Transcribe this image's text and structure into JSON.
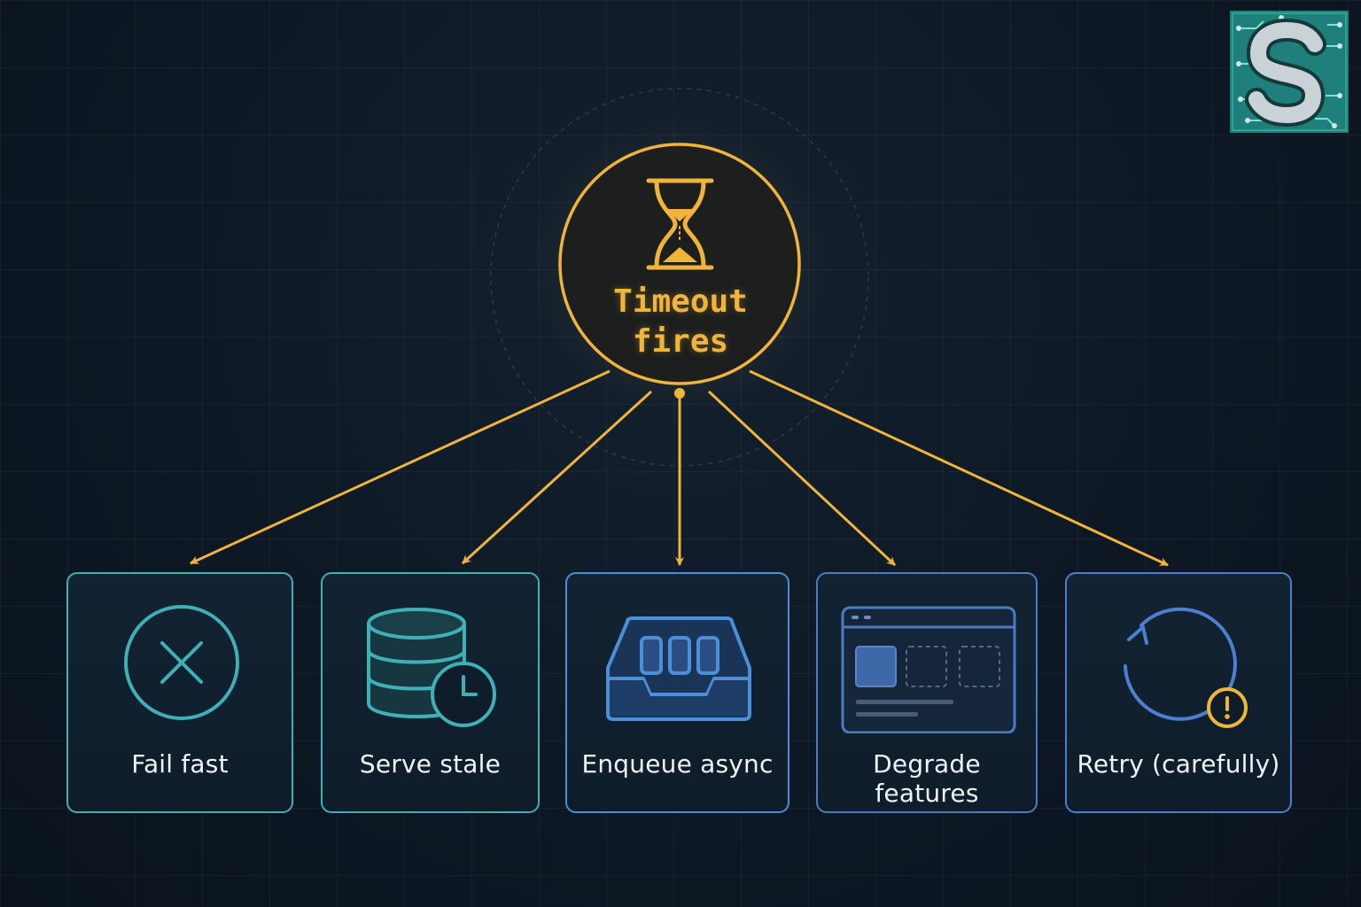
{
  "center": {
    "icon": "hourglass-icon",
    "line1": "Timeout",
    "line2": "fires",
    "color": "#f0b43a"
  },
  "outcomes": [
    {
      "label": "Fail fast",
      "icon": "x-circle-icon",
      "color": "#3fb0b5"
    },
    {
      "label": "Serve stale",
      "icon": "database-clock-icon",
      "color": "#3fb0b5"
    },
    {
      "label": "Enqueue async",
      "icon": "queue-tray-icon",
      "color": "#4a8fd8"
    },
    {
      "label": "Degrade features",
      "icon": "degraded-window-icon",
      "color": "#4a7cc4"
    },
    {
      "label": "Retry (carefully)",
      "icon": "retry-warning-icon",
      "color": "#4d7fd0"
    }
  ],
  "logo": {
    "icon": "s-circuit-logo-icon"
  },
  "colors": {
    "background": "#0c1622",
    "arrow": "#f0b43a"
  }
}
